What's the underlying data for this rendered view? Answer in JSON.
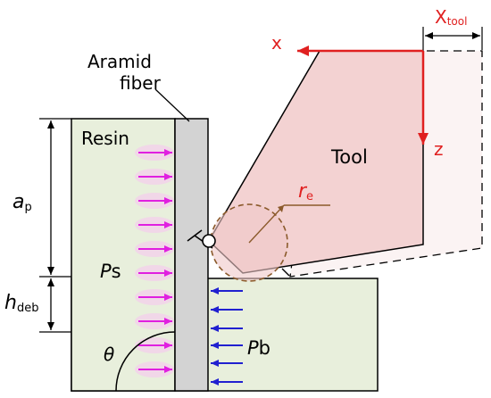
{
  "labels": {
    "resin": "Resin",
    "fiber_line1": "Aramid",
    "fiber_line2": "fiber",
    "tool": "Tool",
    "ap_main": "a",
    "ap_sub": "p",
    "hdeb_main": "h",
    "hdeb_sub": "deb",
    "ps_main": "P",
    "ps_sub": "s",
    "pb_main": "P",
    "pb_sub": "b",
    "theta": "θ",
    "re_main": "r",
    "re_sub": "e",
    "x_axis": "x",
    "z_axis": "z",
    "xtool_main": "X",
    "xtool_sub": "tool"
  },
  "colors": {
    "resin_fill": "#e8efdc",
    "fiber_fill": "#d3d3d3",
    "tool_fill": "#f3d2d2",
    "tool_ghost_fill": "#fbf3f3",
    "axis_red": "#e02020",
    "ps_arrow": "#e020e0",
    "pb_arrow": "#2020d0",
    "edge_circle": "#8b5a2b",
    "outline": "#000000"
  }
}
